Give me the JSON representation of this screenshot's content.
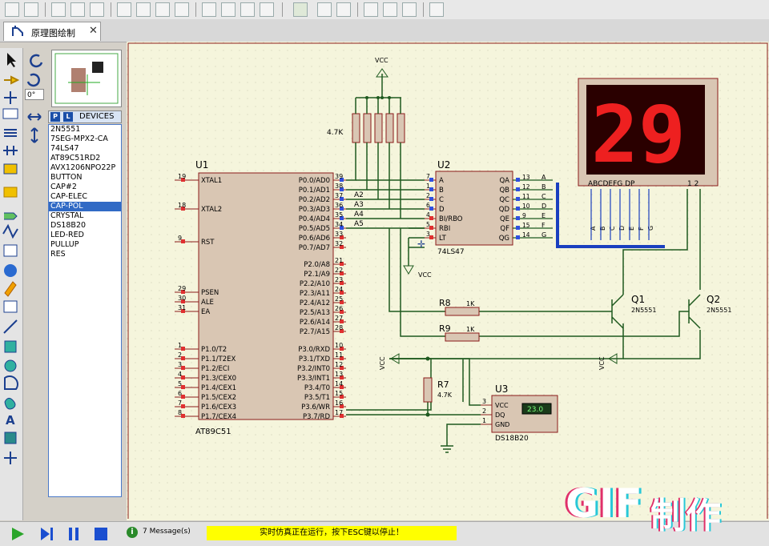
{
  "tab": {
    "label": "原理图绘制",
    "close": "✕"
  },
  "panel": {
    "angle": "0°",
    "p_btn": "P",
    "l_btn": "L",
    "devices_title": "DEVICES",
    "devices": [
      "2N5551",
      "7SEG-MPX2-CA",
      "74LS47",
      "AT89C51RD2",
      "AVX1206NPO22P",
      "BUTTON",
      "CAP#2",
      "CAP-ELEC",
      "CAP-POL",
      "CRYSTAL",
      "DS18B20",
      "LED-RED",
      "PULLUP",
      "RES"
    ],
    "selected_index": 8
  },
  "schematic": {
    "u1": {
      "ref": "U1",
      "part": "AT89C51",
      "left_pins": [
        {
          "num": "19",
          "name": "XTAL1"
        },
        {
          "num": "18",
          "name": "XTAL2"
        },
        {
          "num": "9",
          "name": "RST"
        },
        {
          "num": "29",
          "name": "PSEN"
        },
        {
          "num": "30",
          "name": "ALE"
        },
        {
          "num": "31",
          "name": "EA"
        },
        {
          "num": "1",
          "name": "P1.0/T2"
        },
        {
          "num": "2",
          "name": "P1.1/T2EX"
        },
        {
          "num": "3",
          "name": "P1.2/ECI"
        },
        {
          "num": "4",
          "name": "P1.3/CEX0"
        },
        {
          "num": "5",
          "name": "P1.4/CEX1"
        },
        {
          "num": "6",
          "name": "P1.5/CEX2"
        },
        {
          "num": "7",
          "name": "P1.6/CEX3"
        },
        {
          "num": "8",
          "name": "P1.7/CEX4"
        }
      ],
      "right_pins": [
        {
          "num": "39",
          "name": "P0.0/AD0"
        },
        {
          "num": "38",
          "name": "P0.1/AD1"
        },
        {
          "num": "37",
          "name": "P0.2/AD2"
        },
        {
          "num": "36",
          "name": "P0.3/AD3"
        },
        {
          "num": "35",
          "name": "P0.4/AD4"
        },
        {
          "num": "34",
          "name": "P0.5/AD5"
        },
        {
          "num": "33",
          "name": "P0.6/AD6"
        },
        {
          "num": "32",
          "name": "P0.7/AD7"
        },
        {
          "num": "21",
          "name": "P2.0/A8"
        },
        {
          "num": "22",
          "name": "P2.1/A9"
        },
        {
          "num": "23",
          "name": "P2.2/A10"
        },
        {
          "num": "24",
          "name": "P2.3/A11"
        },
        {
          "num": "25",
          "name": "P2.4/A12"
        },
        {
          "num": "26",
          "name": "P2.5/A13"
        },
        {
          "num": "27",
          "name": "P2.6/A14"
        },
        {
          "num": "28",
          "name": "P2.7/A15"
        },
        {
          "num": "10",
          "name": "P3.0/RXD"
        },
        {
          "num": "11",
          "name": "P3.1/TXD"
        },
        {
          "num": "12",
          "name": "P3.2/INT0"
        },
        {
          "num": "13",
          "name": "P3.3/INT1"
        },
        {
          "num": "14",
          "name": "P3.4/T0"
        },
        {
          "num": "15",
          "name": "P3.5/T1"
        },
        {
          "num": "16",
          "name": "P3.6/WR"
        },
        {
          "num": "17",
          "name": "P3.7/RD"
        }
      ],
      "net_labels": [
        "A2",
        "A3",
        "A4",
        "A5"
      ]
    },
    "u2": {
      "ref": "U2",
      "part": "74LS47",
      "left_pins": [
        {
          "num": "7",
          "name": "A"
        },
        {
          "num": "1",
          "name": "B"
        },
        {
          "num": "2",
          "name": "C"
        },
        {
          "num": "6",
          "name": "D"
        },
        {
          "num": "4",
          "name": "BI/RBO"
        },
        {
          "num": "5",
          "name": "RBI"
        },
        {
          "num": "3",
          "name": "LT"
        }
      ],
      "right_pins": [
        {
          "num": "13",
          "name": "QA",
          "net": "A"
        },
        {
          "num": "12",
          "name": "QB",
          "net": "B"
        },
        {
          "num": "11",
          "name": "QC",
          "net": "C"
        },
        {
          "num": "10",
          "name": "QD",
          "net": "D"
        },
        {
          "num": "9",
          "name": "QE",
          "net": "E"
        },
        {
          "num": "15",
          "name": "QF",
          "net": "F"
        },
        {
          "num": "14",
          "name": "QG",
          "net": "G"
        }
      ],
      "vcc": "VCC"
    },
    "rpack": {
      "label": "4.7K",
      "vcc": "VCC"
    },
    "display": {
      "digits": "29",
      "segments_label": "ABCDEFG  DP",
      "digit_label": "1 2",
      "bus_labels": [
        "A",
        "B",
        "C",
        "D",
        "E",
        "F",
        "G"
      ]
    },
    "r8": {
      "ref": "R8",
      "value": "1K"
    },
    "r9": {
      "ref": "R9",
      "value": "1K"
    },
    "r7": {
      "ref": "R7",
      "value": "4.7K"
    },
    "q1": {
      "ref": "Q1",
      "part": "2N5551"
    },
    "q2": {
      "ref": "Q2",
      "part": "2N5551"
    },
    "vcc_label": "VCC",
    "u3": {
      "ref": "U3",
      "part": "DS18B20",
      "reading": "23.0",
      "pins": [
        {
          "num": "3",
          "name": "VCC"
        },
        {
          "num": "2",
          "name": "DQ"
        },
        {
          "num": "1",
          "name": "GND"
        }
      ]
    }
  },
  "status": {
    "message_count": "7 Message(s)",
    "ticker": "实时仿真正在运行，按下ESC键以停止！",
    "info_icon": "i"
  },
  "watermark": {
    "gif": "GIF",
    "text": "制作"
  },
  "colors": {
    "wire": "#1f5a1f",
    "chip": "#d9c6b3",
    "chip_border": "#8b1a1a",
    "segment": "#ee2020",
    "bus": "#1a3fbf"
  }
}
